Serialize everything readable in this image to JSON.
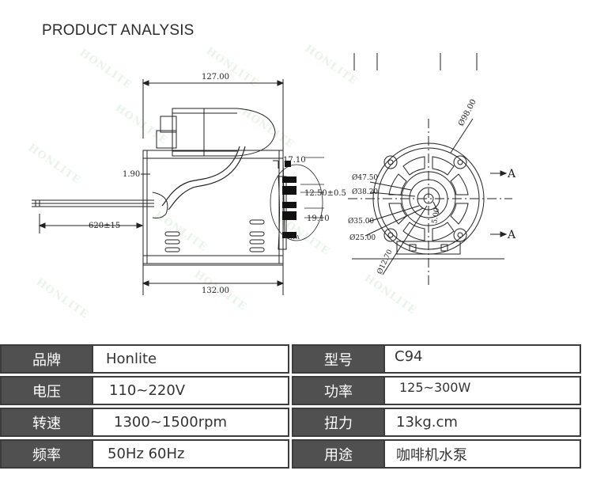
{
  "title": "PRODUCT ANALYSIS",
  "watermark_text": "HONLITE",
  "drawing": {
    "dims": {
      "top_width": "127.00",
      "bottom_width": "132.00",
      "lead_length": "620±15",
      "left_offset": "1.90",
      "d1": "17.10",
      "d2": "12.50±0.5",
      "d3": "19.10",
      "section": "A-A",
      "dia_outer": "Ø98.00",
      "dia1": "Ø47.50",
      "dia2": "Ø38.20",
      "dia3": "Ø35.00",
      "dia4": "Ø25.00",
      "dia5": "Ø12.70",
      "flat": "5.00"
    },
    "section_marks": [
      "A",
      "A"
    ]
  },
  "specs": [
    {
      "label1": "品牌",
      "value1": "Honlite",
      "label2": "型号",
      "value2": "C94"
    },
    {
      "label1": "电压",
      "value1": "110~220V",
      "label2": "功率",
      "value2": "125~300W"
    },
    {
      "label1": "转速",
      "value1": "1300~1500rpm",
      "label2": "扭力",
      "value2": "13kg.cm"
    },
    {
      "label1": "频率",
      "value1": "50Hz 60Hz",
      "label2": "用途",
      "value2": "咖啡机水泵"
    }
  ]
}
